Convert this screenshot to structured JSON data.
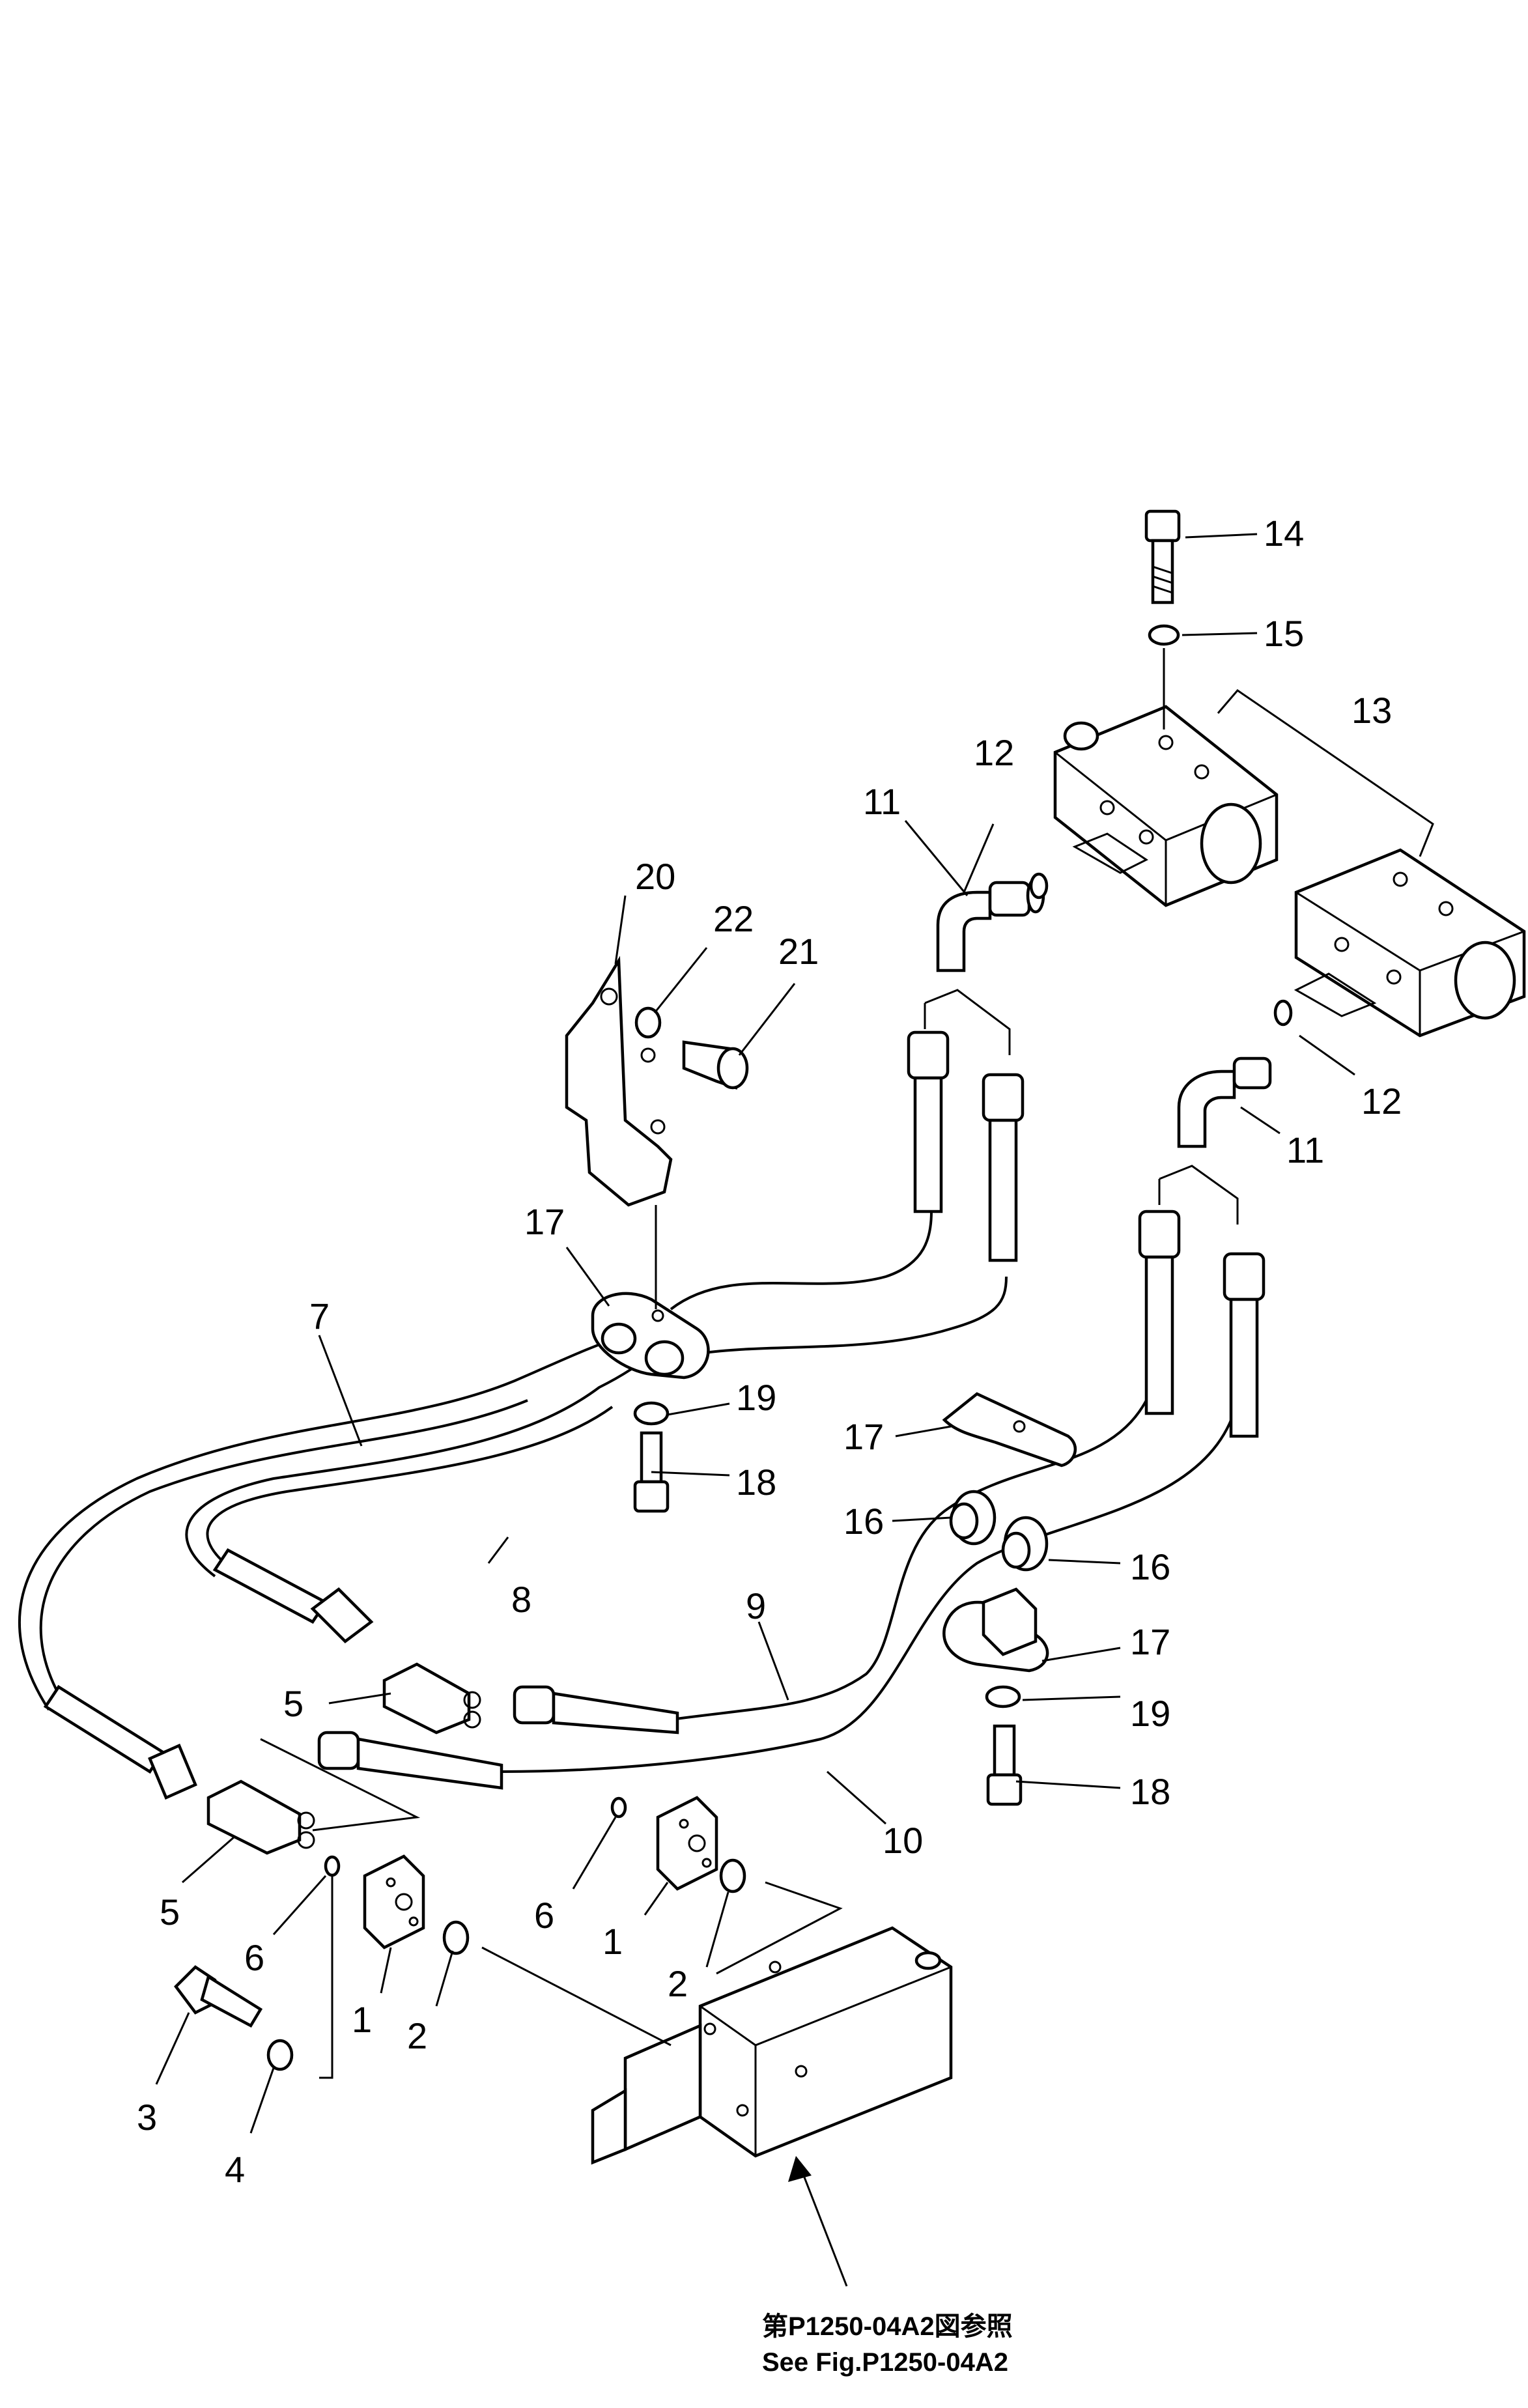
{
  "diagram": {
    "callouts": {
      "c14": "14",
      "c15": "15",
      "c13": "13",
      "c12a": "12",
      "c11a": "11",
      "c20": "20",
      "c22": "22",
      "c21": "21",
      "c12b": "12",
      "c11b": "11",
      "c17a": "17",
      "c7": "7",
      "c19a": "19",
      "c17b": "17",
      "c18a": "18",
      "c16a": "16",
      "c16b": "16",
      "c8": "8",
      "c9": "9",
      "c17c": "17",
      "c5a": "5",
      "c19b": "19",
      "c18b": "18",
      "c10": "10",
      "c5b": "5",
      "c6a": "6",
      "c6b": "6",
      "c1a": "1",
      "c1b": "1",
      "c2a": "2",
      "c2b": "2",
      "c3": "3",
      "c4": "4"
    },
    "reference_note": {
      "line1": "第P1250-04A2図参照",
      "line2": "See Fig.P1250-04A2"
    }
  }
}
